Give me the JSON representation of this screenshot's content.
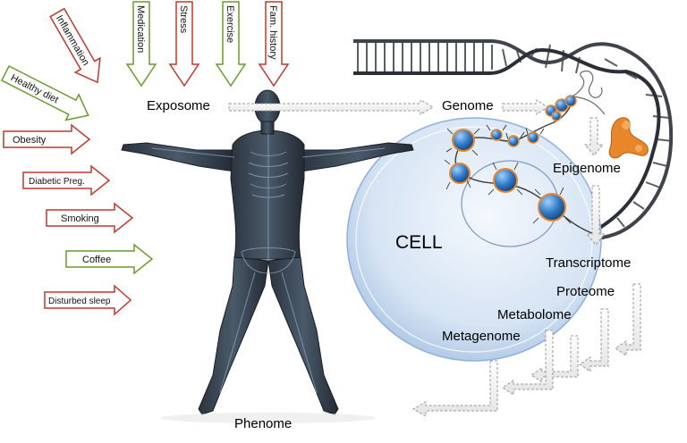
{
  "labels": {
    "exposome": "Exposome",
    "genome": "Genome",
    "epigenome": "Epigenome",
    "transcriptome": "Transcriptome",
    "proteome": "Proteome",
    "metabolome": "Metabolome",
    "metagenome": "Metagenome",
    "phenome": "Phenome",
    "cell": "CELL"
  },
  "exposures_top": [
    {
      "label": "Inflammation",
      "color": "#c0392b"
    },
    {
      "label": "Medication",
      "color": "#6b9a2e"
    },
    {
      "label": "Stress",
      "color": "#c0392b"
    },
    {
      "label": "Exercise",
      "color": "#6b9a2e"
    },
    {
      "label": "Fam. history",
      "color": "#c0392b"
    }
  ],
  "exposures_left": [
    {
      "label": "Healthy diet",
      "color": "#6b9a2e"
    },
    {
      "label": "Obesity",
      "color": "#c0392b"
    },
    {
      "label": "Diabetic Preg.",
      "color": "#c0392b"
    },
    {
      "label": "Smoking",
      "color": "#c0392b"
    },
    {
      "label": "Coffee",
      "color": "#6b9a2e"
    },
    {
      "label": "Disturbed sleep",
      "color": "#c0392b"
    }
  ],
  "colors": {
    "harmful": "#c0392b",
    "beneficial": "#6b9a2e",
    "cell": "#b9cfe9",
    "nucleosome": "#2f78c4",
    "protein": "#e8862b"
  }
}
